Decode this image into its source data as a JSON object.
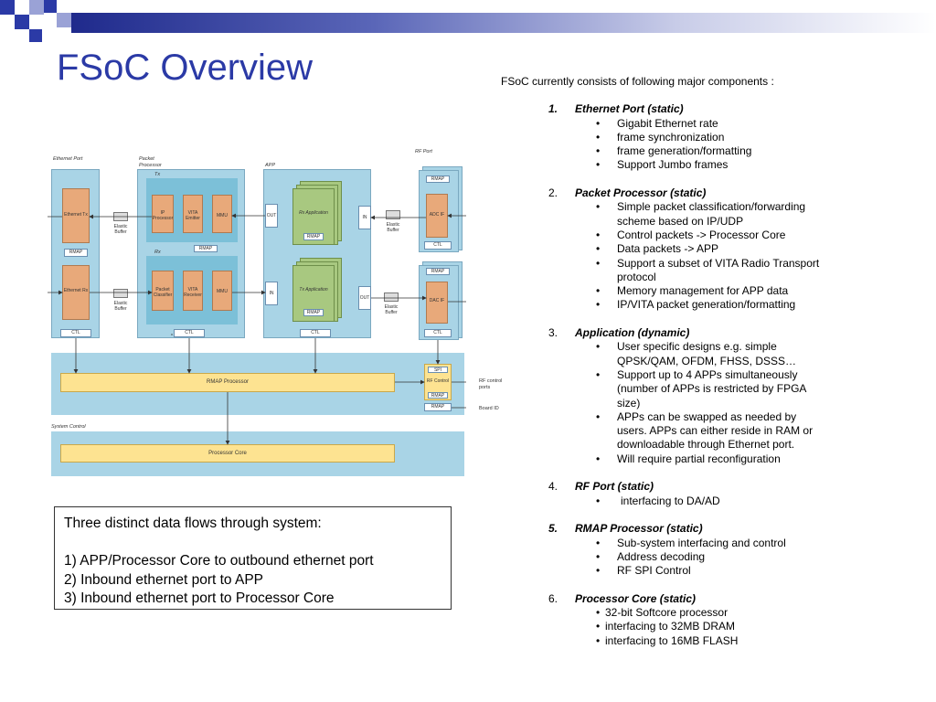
{
  "slide": {
    "title": "FSoC Overview",
    "accent_color": "#2b3aa6"
  },
  "components": {
    "intro": "FSoC currently consists of following major components :",
    "sections": [
      {
        "num": "1.",
        "name": "Ethernet Port (static)",
        "items": [
          "Gigabit Ethernet rate",
          "frame synchronization",
          "frame generation/formatting",
          "Support Jumbo frames"
        ]
      },
      {
        "num": "2.",
        "name": "Packet Processor (static)",
        "items": [
          "Simple packet classification/forwarding scheme based on IP/UDP",
          "Control packets -> Processor Core",
          "Data packets -> APP",
          "Support a subset of VITA Radio Transport protocol",
          "Memory management for APP data",
          "IP/VITA packet generation/formatting"
        ]
      },
      {
        "num": "3.",
        "name": "Application (dynamic)",
        "items": [
          "User specific designs e.g. simple QPSK/QAM, OFDM, FHSS, DSSS…",
          "Support up to 4 APPs simultaneously (number of APPs is restricted by FPGA size)",
          "APPs can be swapped as needed by users. APPs can either reside in RAM or downloadable through Ethernet port.",
          "Will require partial reconfiguration"
        ]
      },
      {
        "num": "4.",
        "name": "RF Port (static)",
        "items": [
          "interfacing to DA/AD"
        ]
      },
      {
        "num": "5.",
        "name": "RMAP Processor (static)",
        "items": [
          "Sub-system interfacing and control",
          "Address decoding",
          "RF SPI Control"
        ]
      },
      {
        "num": "6.",
        "name": "Processor Core (static)",
        "items": [
          "32-bit Softcore processor",
          "interfacing to 32MB DRAM",
          "interfacing to 16MB FLASH"
        ]
      }
    ]
  },
  "flows": {
    "heading": "Three distinct data flows through system:",
    "items": [
      "1) APP/Processor Core to outbound ethernet port",
      "2) Inbound ethernet port to APP",
      "3) Inbound ethernet port to Processor Core"
    ]
  },
  "diagram": {
    "ethernet_port": "Ethernet Port",
    "packet_processor": "Packet Processor",
    "app": "APP",
    "rf_port": "RF Port",
    "tx": "Tx",
    "rx": "Rx",
    "ethernet_tx": "Ethernet Tx",
    "ethernet_rx": "Ethernet Rx",
    "rmap": "RMAP",
    "ctl": "CTL",
    "elastic_buffer": "Elastic Buffer",
    "ip_processor": "IP Processor",
    "vita_emitter": "VITA Emitter",
    "mmu": "MMU",
    "packet_classifier": "Packet Classifier",
    "vita_receiver": "VITA Receiver",
    "out": "OUT",
    "in": "IN",
    "rx_application": "Rx Application",
    "tx_application": "Tx Application",
    "adc_if": "ADC IF",
    "dac_if": "DAC IF",
    "rmap_processor": "RMAP Processor",
    "spi": "SPI",
    "rf_control": "RF Control",
    "rf_control_ports": "RF control ports",
    "board_id": "Board ID",
    "system_control": "System Control",
    "processor_core": "Processor Core",
    "colors": {
      "panel": "#a9d4e6",
      "inner": "#7cc0d8",
      "orange": "#e8a97a",
      "green": "#a8c880",
      "yellow": "#fde391"
    }
  }
}
